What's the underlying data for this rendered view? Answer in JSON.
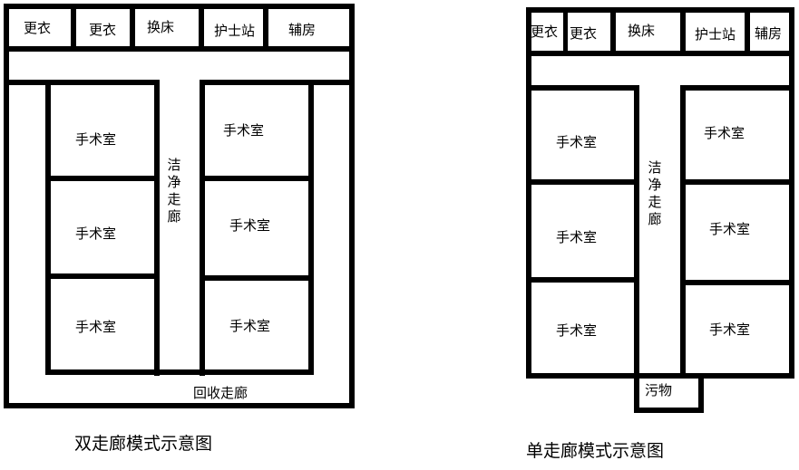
{
  "double_corridor": {
    "caption": "双走廊模式示意图",
    "top_rooms": [
      "更衣",
      "更衣",
      "换床",
      "护士站",
      "辅房"
    ],
    "operating_rooms_left": [
      "手术室",
      "手术室",
      "手术室"
    ],
    "operating_rooms_right": [
      "手术室",
      "手术室",
      "手术室"
    ],
    "clean_corridor": "洁净走廊",
    "return_corridor": "回收走廊"
  },
  "single_corridor": {
    "caption": "单走廊模式示意图",
    "top_rooms": [
      "更衣",
      "更衣",
      "换床",
      "护士站",
      "辅房"
    ],
    "operating_rooms_left": [
      "手术室",
      "手术室",
      "手术室"
    ],
    "operating_rooms_right": [
      "手术室",
      "手术室",
      "手术室"
    ],
    "clean_corridor": "洁净走廊",
    "waste_room": "污物"
  },
  "colors": {
    "line": "#000000",
    "background": "#ffffff"
  }
}
